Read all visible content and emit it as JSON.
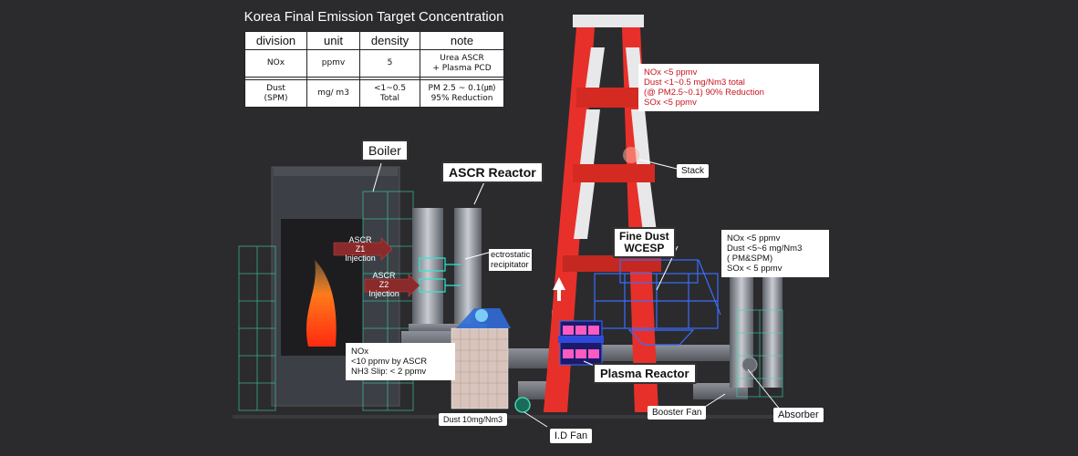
{
  "table": {
    "title": "Korea Final Emission Target Concentration",
    "headers": [
      "division",
      "unit",
      "density",
      "note"
    ],
    "rows": [
      {
        "division": [
          "NOx"
        ],
        "unit": [
          "ppmv"
        ],
        "density": [
          "5"
        ],
        "note": [
          "Urea ASCR",
          "+ Plasma PCD"
        ]
      },
      {
        "division": [
          "Dust",
          "(SPM)"
        ],
        "unit": [
          "mg/ m3"
        ],
        "density": [
          "<1~0.5",
          "Total"
        ],
        "note": [
          "PM 2.5 ~ 0.1(㎛)",
          "95% Reduction"
        ]
      }
    ]
  },
  "callouts": {
    "boiler": "Boiler",
    "ascr_reactor": "ASCR Reactor",
    "fine_dust": [
      "Fine Dust",
      "WCESP"
    ],
    "plasma_reactor": "Plasma Reactor"
  },
  "tags": {
    "stack": "Stack",
    "id_fan": "I.D Fan",
    "booster_fan": "Booster Fan",
    "absorber": "Absorber",
    "dust": "Dust 10mg/Nm3"
  },
  "injections": [
    {
      "top": "ASCR",
      "mid": "Z1",
      "bottom": "Injection"
    },
    {
      "top": "ASCR",
      "mid": "Z2",
      "bottom": "Injection"
    }
  ],
  "esp_label": [
    "ectrostatic",
    "recipitator"
  ],
  "notes": {
    "stack_red": [
      "NOx  <5 ppmv",
      "Dust  <1~0.5  mg/Nm3 total",
      "(@ PM2.5~0.1) 90% Reduction",
      "SOx <5 ppmv"
    ],
    "right": [
      "NOx  <5 ppmv",
      "Dust  <5~6 mg/Nm3",
      "( PM&SPM)",
      "SOx < 5 ppmv"
    ],
    "ascr": [
      "NOx",
      "<10 ppmv   by ASCR",
      "NH3 Slip:  < 2 ppmv"
    ]
  },
  "colors": {
    "background": "#2b2b2d",
    "stack_red": "#e8302a",
    "scaffold_green": "#3fd8b0",
    "structure_blue": "#3a6cff",
    "fire": "#ff6a1a",
    "note_red": "#c8141e"
  }
}
